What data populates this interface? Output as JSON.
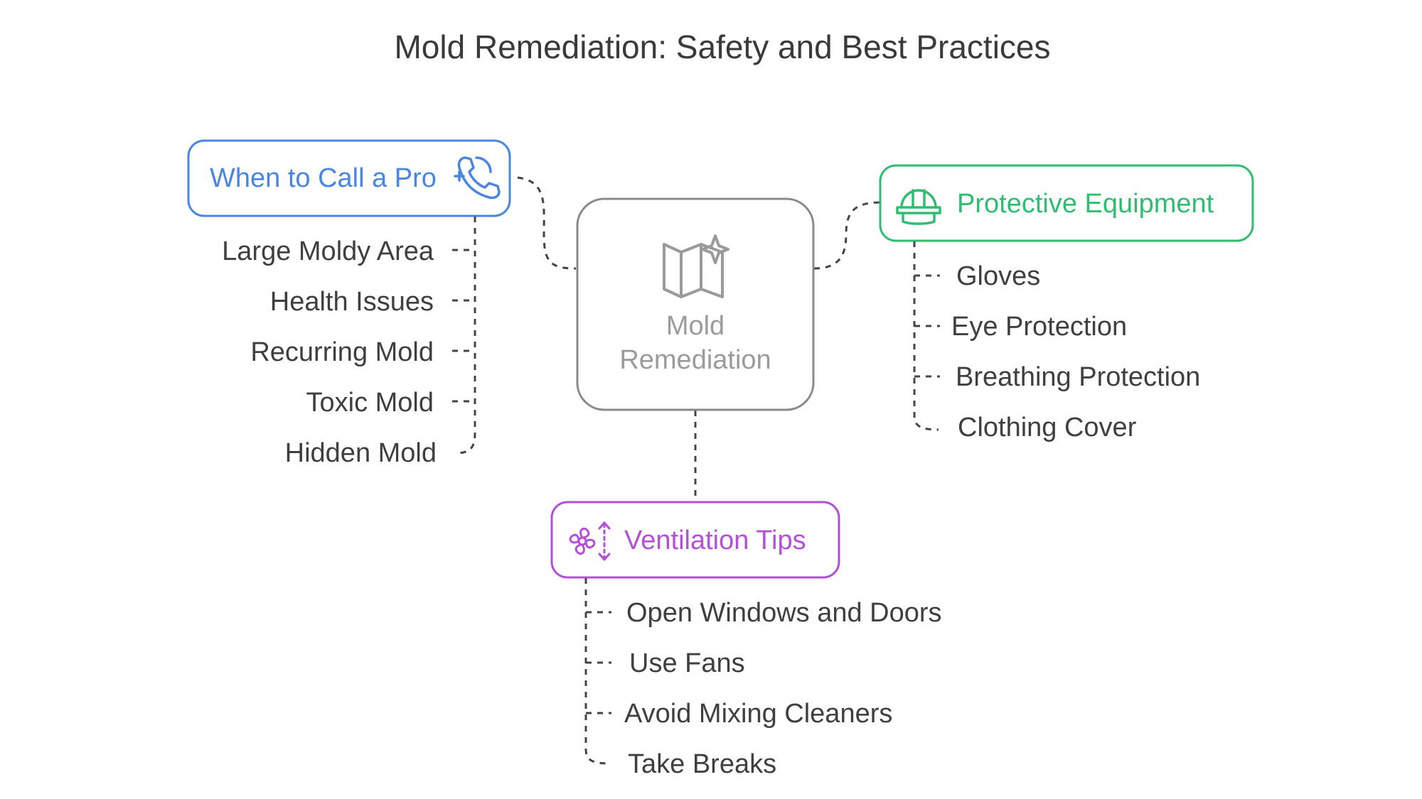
{
  "title": "Mold Remediation: Safety and Best Practices",
  "center": {
    "label_line1": "Mold",
    "label_line2": "Remediation",
    "icon": "map-sparkle-icon"
  },
  "branches": {
    "pro": {
      "title": "When to Call a Pro",
      "icon": "call-doctor-icon",
      "color": "#4a86e0",
      "items": [
        "Large Moldy Area",
        "Health Issues",
        "Recurring Mold",
        "Toxic Mold",
        "Hidden Mold"
      ]
    },
    "protective": {
      "title": "Protective Equipment",
      "icon": "hard-hat-icon",
      "color": "#2fbd72",
      "items": [
        "Gloves",
        "Eye Protection",
        "Breathing Protection",
        "Clothing Cover"
      ]
    },
    "ventilation": {
      "title": "Ventilation Tips",
      "icon": "fan-airflow-icon",
      "color": "#b44fd9",
      "items": [
        "Open Windows and Doors",
        "Use Fans",
        "Avoid Mixing Cleaners",
        "Take Breaks"
      ]
    }
  }
}
